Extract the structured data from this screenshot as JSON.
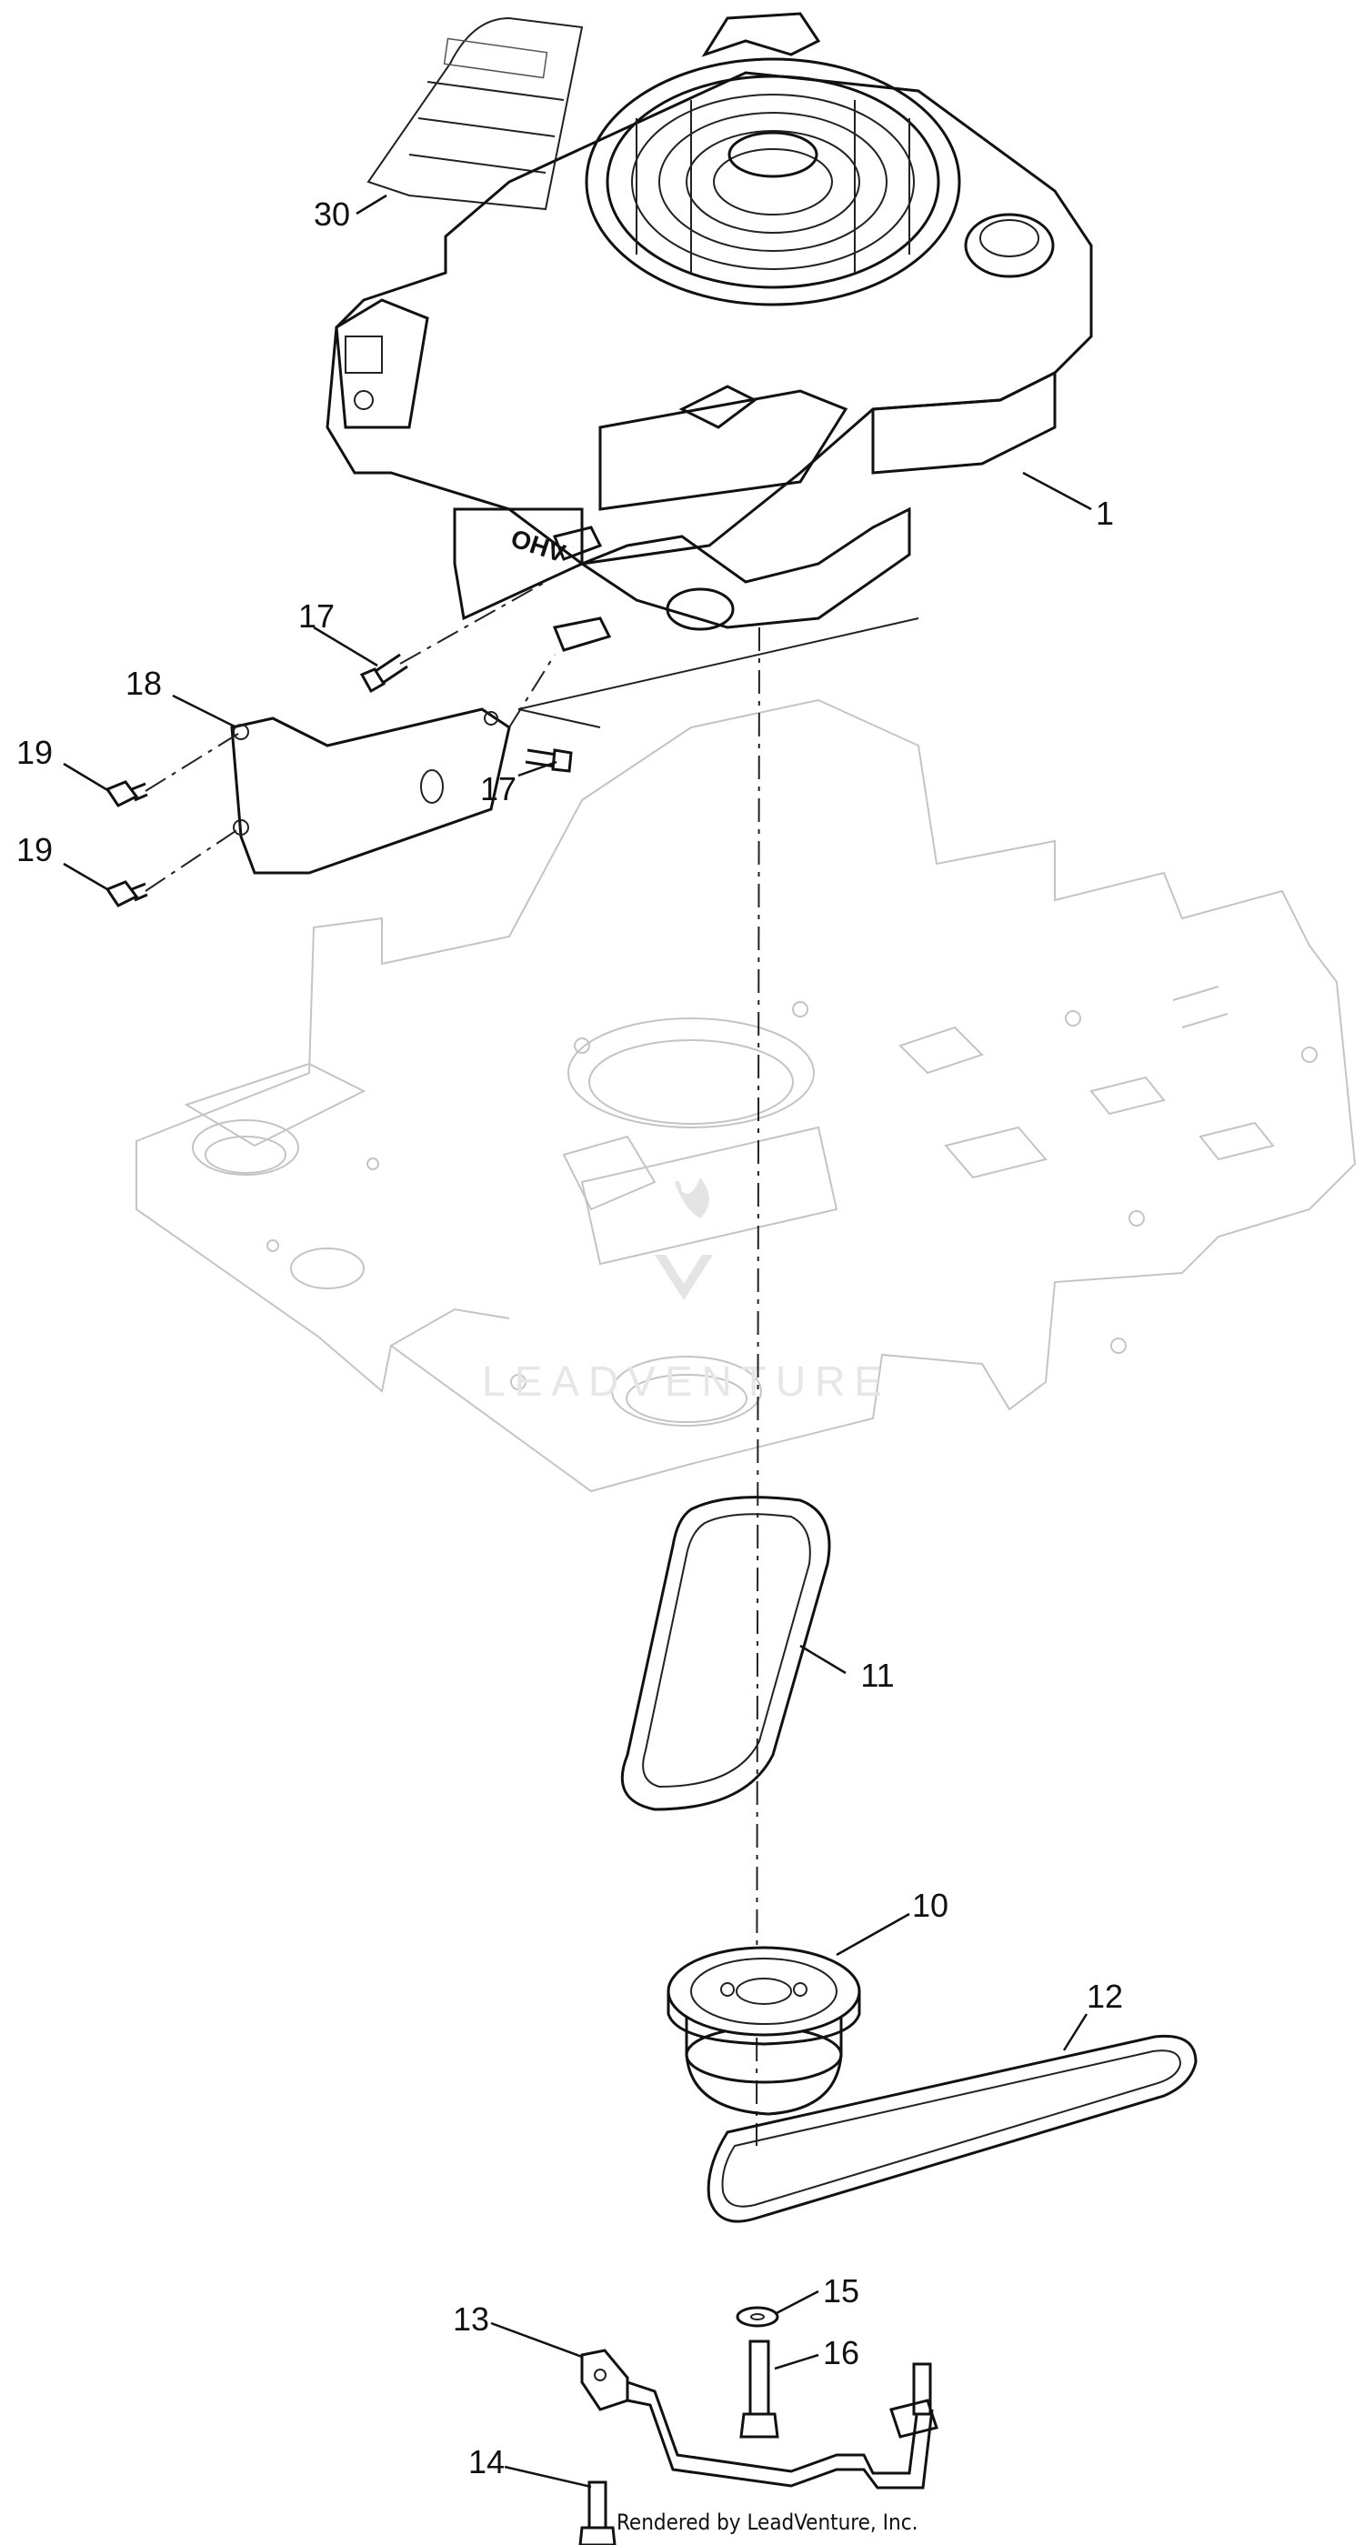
{
  "callouts": [
    {
      "id": "1",
      "label": "1"
    },
    {
      "id": "10",
      "label": "10"
    },
    {
      "id": "11",
      "label": "11"
    },
    {
      "id": "12",
      "label": "12"
    },
    {
      "id": "13",
      "label": "13"
    },
    {
      "id": "14",
      "label": "14"
    },
    {
      "id": "15",
      "label": "15"
    },
    {
      "id": "16",
      "label": "16"
    },
    {
      "id": "17a",
      "label": "17"
    },
    {
      "id": "17b",
      "label": "17"
    },
    {
      "id": "18",
      "label": "18"
    },
    {
      "id": "19a",
      "label": "19"
    },
    {
      "id": "19b",
      "label": "19"
    },
    {
      "id": "30",
      "label": "30"
    }
  ],
  "engine_stamp": "OHV",
  "watermark": "LEADVENTURE",
  "footer": "Rendered by LeadVenture, Inc."
}
